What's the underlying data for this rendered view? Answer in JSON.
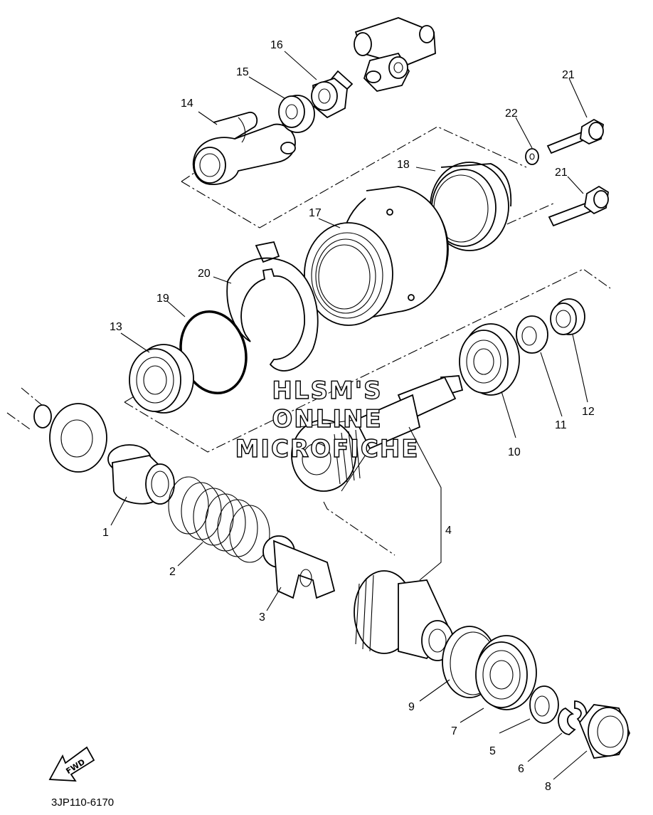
{
  "diagram": {
    "labels": [
      {
        "id": "1",
        "text": "1"
      },
      {
        "id": "2",
        "text": "2"
      },
      {
        "id": "3",
        "text": "3"
      },
      {
        "id": "4",
        "text": "4"
      },
      {
        "id": "5",
        "text": "5"
      },
      {
        "id": "6",
        "text": "6"
      },
      {
        "id": "7",
        "text": "7"
      },
      {
        "id": "8",
        "text": "8"
      },
      {
        "id": "9",
        "text": "9"
      },
      {
        "id": "10",
        "text": "10"
      },
      {
        "id": "11",
        "text": "11"
      },
      {
        "id": "12",
        "text": "12"
      },
      {
        "id": "13",
        "text": "13"
      },
      {
        "id": "14",
        "text": "14"
      },
      {
        "id": "15",
        "text": "15"
      },
      {
        "id": "16",
        "text": "16"
      },
      {
        "id": "17",
        "text": "17"
      },
      {
        "id": "18",
        "text": "18"
      },
      {
        "id": "19",
        "text": "19"
      },
      {
        "id": "20",
        "text": "20"
      },
      {
        "id": "21a",
        "text": "21"
      },
      {
        "id": "21b",
        "text": "21"
      },
      {
        "id": "22",
        "text": "22"
      }
    ],
    "watermark": {
      "line1": "HLSM'S",
      "line2": "ONLINE",
      "line3": "MICROFICHE"
    },
    "fwd_badge": "FWD",
    "drawing_code": "3JP110-6170"
  }
}
